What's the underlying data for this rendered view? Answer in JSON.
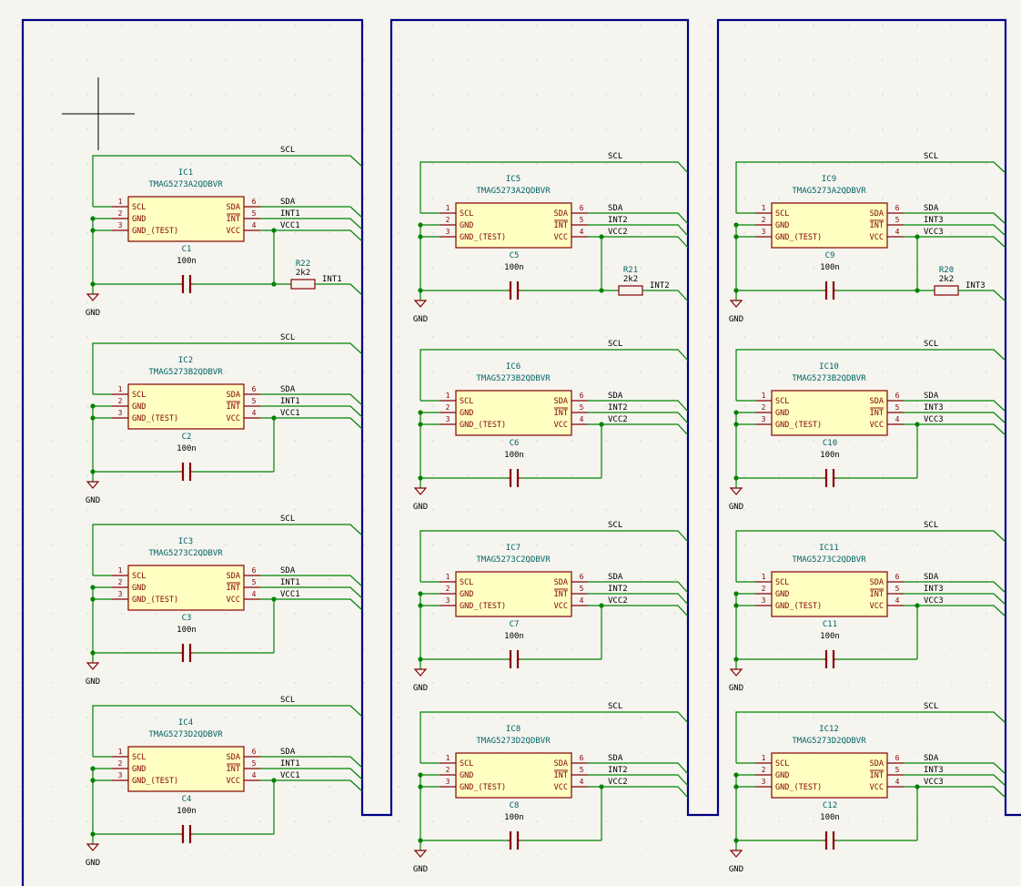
{
  "sheet": {
    "background": "#f5f4ef"
  },
  "colors": {
    "wire": "#008400",
    "bus": "#000084",
    "component": "#840000",
    "body_fill": "#ffffc2",
    "ref_text": "#006464",
    "label_text": "#000000",
    "junction": "#008400",
    "cursor": "#000000"
  },
  "columns": [
    {
      "cells": [
        {
          "ic_ref": "IC1",
          "ic_value": "TMAG5273A2QDBVR",
          "cap_ref": "C1",
          "cap_value": "100n",
          "scl": "SCL",
          "sda": "SDA",
          "int_net": "INT1",
          "vcc_net": "VCC1",
          "gnd": "GND",
          "has_pullup": true,
          "res_ref": "R22",
          "res_value": "2k2"
        },
        {
          "ic_ref": "IC2",
          "ic_value": "TMAG5273B2QDBVR",
          "cap_ref": "C2",
          "cap_value": "100n",
          "scl": "SCL",
          "sda": "SDA",
          "int_net": "INT1",
          "vcc_net": "VCC1",
          "gnd": "GND",
          "has_pullup": false
        },
        {
          "ic_ref": "IC3",
          "ic_value": "TMAG5273C2QDBVR",
          "cap_ref": "C3",
          "cap_value": "100n",
          "scl": "SCL",
          "sda": "SDA",
          "int_net": "INT1",
          "vcc_net": "VCC1",
          "gnd": "GND",
          "has_pullup": false
        },
        {
          "ic_ref": "IC4",
          "ic_value": "TMAG5273D2QDBVR",
          "cap_ref": "C4",
          "cap_value": "100n",
          "scl": "SCL",
          "sda": "SDA",
          "int_net": "INT1",
          "vcc_net": "VCC1",
          "gnd": "GND",
          "has_pullup": false
        }
      ]
    },
    {
      "cells": [
        {
          "ic_ref": "IC5",
          "ic_value": "TMAG5273A2QDBVR",
          "cap_ref": "C5",
          "cap_value": "100n",
          "scl": "SCL",
          "sda": "SDA",
          "int_net": "INT2",
          "vcc_net": "VCC2",
          "gnd": "GND",
          "has_pullup": true,
          "res_ref": "R21",
          "res_value": "2k2"
        },
        {
          "ic_ref": "IC6",
          "ic_value": "TMAG5273B2QDBVR",
          "cap_ref": "C6",
          "cap_value": "100n",
          "scl": "SCL",
          "sda": "SDA",
          "int_net": "INT2",
          "vcc_net": "VCC2",
          "gnd": "GND",
          "has_pullup": false
        },
        {
          "ic_ref": "IC7",
          "ic_value": "TMAG5273C2QDBVR",
          "cap_ref": "C7",
          "cap_value": "100n",
          "scl": "SCL",
          "sda": "SDA",
          "int_net": "INT2",
          "vcc_net": "VCC2",
          "gnd": "GND",
          "has_pullup": false
        },
        {
          "ic_ref": "IC8",
          "ic_value": "TMAG5273D2QDBVR",
          "cap_ref": "C8",
          "cap_value": "100n",
          "scl": "SCL",
          "sda": "SDA",
          "int_net": "INT2",
          "vcc_net": "VCC2",
          "gnd": "GND",
          "has_pullup": false
        }
      ]
    },
    {
      "cells": [
        {
          "ic_ref": "IC9",
          "ic_value": "TMAG5273A2QDBVR",
          "cap_ref": "C9",
          "cap_value": "100n",
          "scl": "SCL",
          "sda": "SDA",
          "int_net": "INT3",
          "vcc_net": "VCC3",
          "gnd": "GND",
          "has_pullup": true,
          "res_ref": "R20",
          "res_value": "2k2"
        },
        {
          "ic_ref": "IC10",
          "ic_value": "TMAG5273B2QDBVR",
          "cap_ref": "C10",
          "cap_value": "100n",
          "scl": "SCL",
          "sda": "SDA",
          "int_net": "INT3",
          "vcc_net": "VCC3",
          "gnd": "GND",
          "has_pullup": false
        },
        {
          "ic_ref": "IC11",
          "ic_value": "TMAG5273C2QDBVR",
          "cap_ref": "C11",
          "cap_value": "100n",
          "scl": "SCL",
          "sda": "SDA",
          "int_net": "INT3",
          "vcc_net": "VCC3",
          "gnd": "GND",
          "has_pullup": false
        },
        {
          "ic_ref": "IC12",
          "ic_value": "TMAG5273D2QDBVR",
          "cap_ref": "C12",
          "cap_value": "100n",
          "scl": "SCL",
          "sda": "SDA",
          "int_net": "INT3",
          "vcc_net": "VCC3",
          "gnd": "GND",
          "has_pullup": false
        }
      ]
    }
  ],
  "pins": [
    {
      "num": "1",
      "name": "SCL"
    },
    {
      "num": "2",
      "name": "GND"
    },
    {
      "num": "3",
      "name": "GND_(TEST)"
    },
    {
      "num": "6",
      "name": "SDA"
    },
    {
      "num": "5",
      "name": "INT"
    },
    {
      "num": "4",
      "name": "VCC"
    }
  ]
}
